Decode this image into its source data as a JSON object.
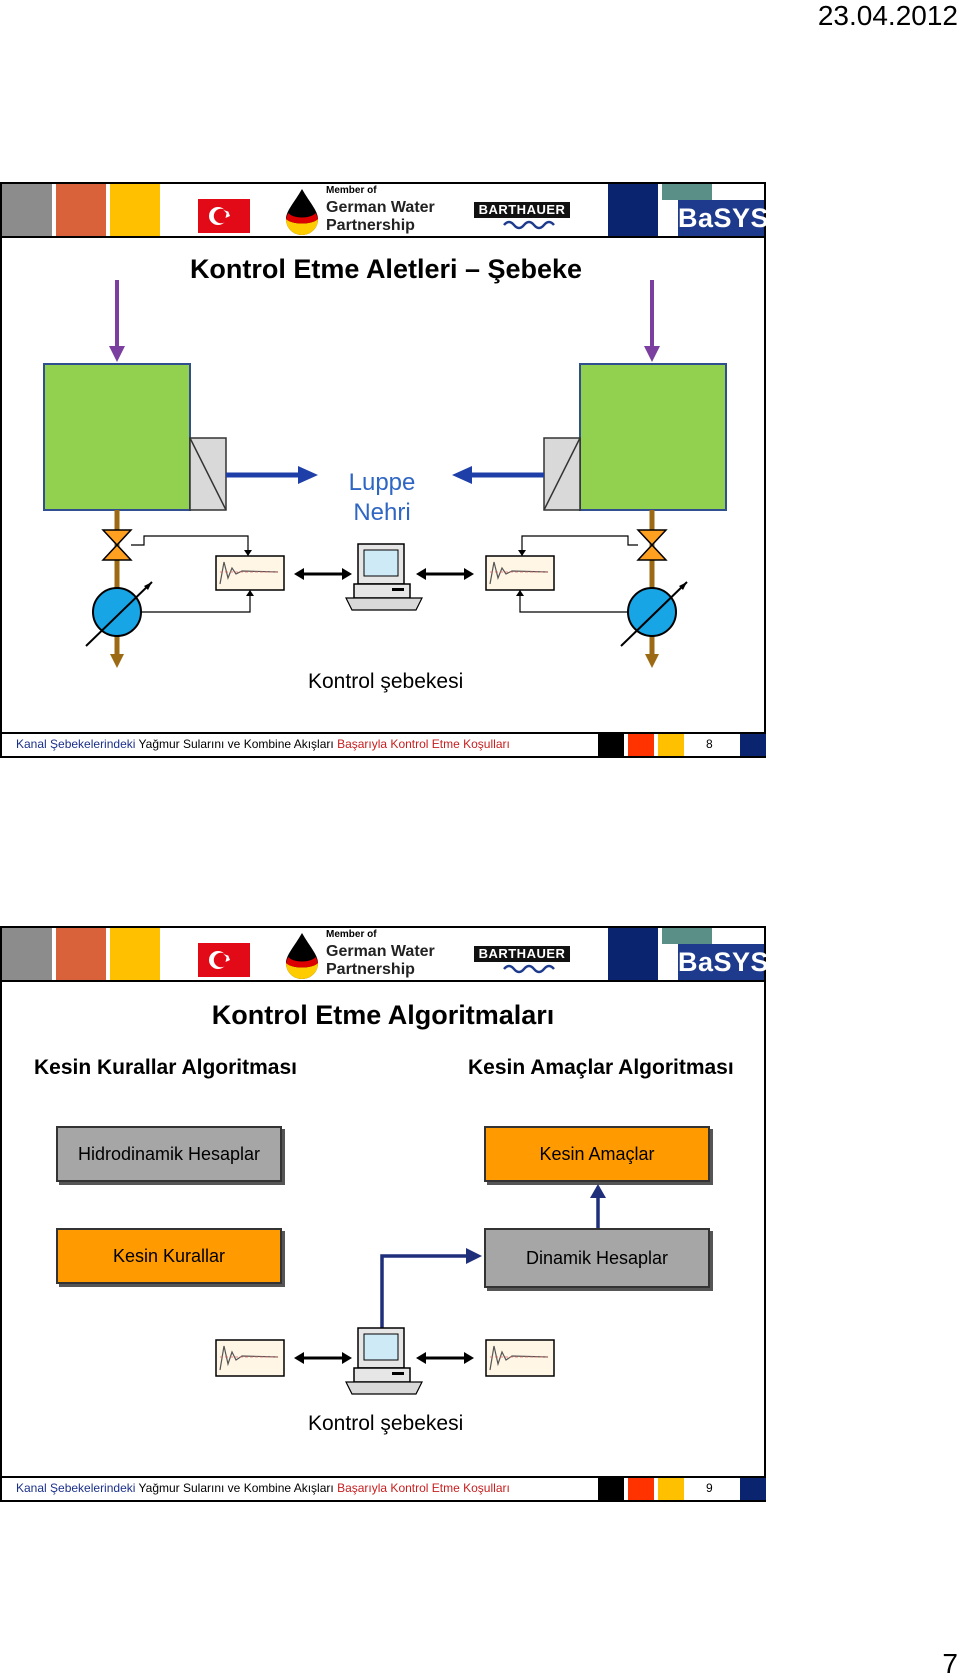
{
  "page": {
    "date": "23.04.2012",
    "page_number": "7"
  },
  "header": {
    "member_of": "Member of",
    "gwp_line1": "German Water",
    "gwp_line2": "Partnership",
    "barthauer": "BARTHAUER",
    "basys": "BaSYS",
    "colors": {
      "gray": "#8c8c8c",
      "brick": "#d9623b",
      "yellow": "#ffc000",
      "navy": "#0b2470",
      "flag_red": "#e30a17",
      "basys_blue": "#1d3a8c"
    }
  },
  "footer": {
    "part_blue": "Kanal Şebekelerindeki ",
    "part_black": "Yağmur Sularını ve Kombine Akışları ",
    "part_red": "Başarıyla Kontrol Etme Koşulları"
  },
  "slide1": {
    "title": "Kontrol Etme Aletleri – Şebeke",
    "river_label_1": "Luppe",
    "river_label_2": "Nehri",
    "network_label": "Kontrol şebekesi",
    "slide_number": "8"
  },
  "slide2": {
    "title": "Kontrol Etme Algoritmaları",
    "left_heading": "Kesin Kurallar Algoritması",
    "right_heading": "Kesin Amaçlar Algoritması",
    "box_hydro": "Hidrodinamik Hesaplar",
    "box_goals": "Kesin Amaçlar",
    "box_rules": "Kesin Kurallar",
    "box_dynamic": "Dinamik Hesaplar",
    "network_label": "Kontrol şebekesi",
    "slide_number": "9"
  }
}
